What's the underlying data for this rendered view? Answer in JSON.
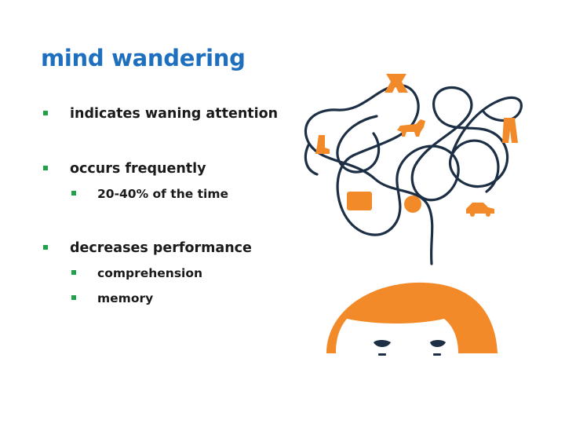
{
  "slide": {
    "title": "mind wandering",
    "bullets": [
      {
        "text": "indicates waning attention",
        "sub": []
      },
      {
        "text": "occurs frequently",
        "sub": [
          "20-40% of the time"
        ]
      },
      {
        "text": "decreases performance",
        "sub": [
          "comprehension",
          "memory"
        ]
      }
    ]
  },
  "colors": {
    "title": "#1f6fbf",
    "bullet_marker": "#1fa34a",
    "text": "#1a1a1a",
    "illustration_orange": "#f28a2a",
    "illustration_line": "#1d2f45"
  },
  "illustration": {
    "description_icons": [
      "scribble-thought",
      "x-glyph",
      "dog-icon",
      "boot-icon",
      "pants-icon",
      "box-icon",
      "ball-icon",
      "car-icon",
      "head-hair",
      "eyes"
    ]
  }
}
